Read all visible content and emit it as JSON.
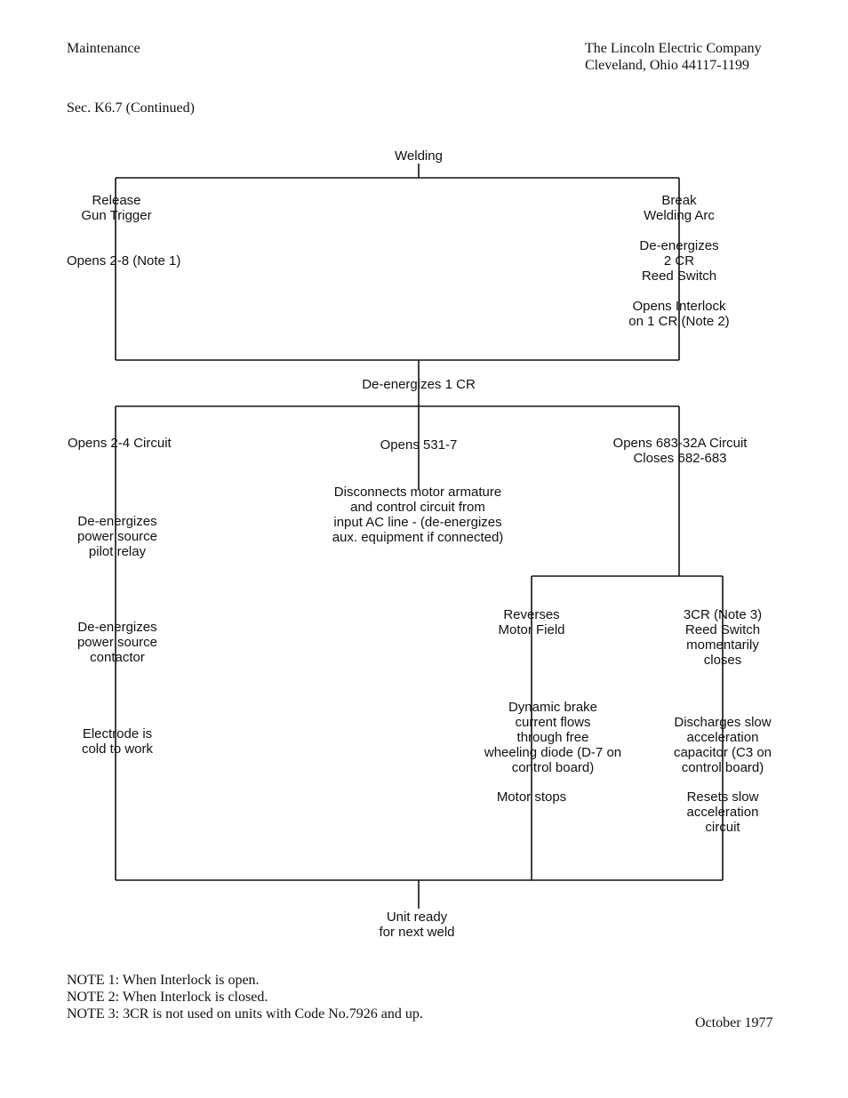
{
  "header": {
    "section": "Maintenance",
    "company_lines": [
      "The Lincoln Electric Company",
      "Cleveland, Ohio 44117-1199"
    ],
    "subsection": "Sec. K6.7 (Continued)"
  },
  "flowchart": {
    "nodes": {
      "welding": [
        "Welding"
      ],
      "release_trigger": [
        "Release",
        "Gun Trigger"
      ],
      "opens_2_8": [
        "Opens 2-8 (Note 1)"
      ],
      "break_arc": [
        "Break",
        "Welding Arc"
      ],
      "deenergizes_2cr": [
        "De-energizes",
        "2 CR",
        "Reed Switch"
      ],
      "opens_interlock": [
        "Opens Interlock",
        "on 1 CR (Note 2)"
      ],
      "deenergizes_1cr": [
        "De-energizes 1 CR"
      ],
      "opens_2_4": [
        "Opens 2-4 Circuit"
      ],
      "opens_531_7": [
        "Opens 531-7"
      ],
      "opens_683": [
        "Opens 683-32A Circuit",
        "Closes 682-683"
      ],
      "disconnects_motor": [
        "Disconnects motor armature",
        "and control circuit from",
        "input AC line - (de-energizes",
        "aux. equipment if connected)"
      ],
      "deenergizes_pilot": [
        "De-energizes",
        "power source",
        "pilot  relay"
      ],
      "deenergizes_contactor": [
        "De-energizes",
        "power source",
        "contactor"
      ],
      "electrode_cold": [
        "Electrode is",
        "cold to work"
      ],
      "reverses_field": [
        "Reverses",
        "Motor Field"
      ],
      "3cr_reed": [
        "3CR (Note 3)",
        "Reed Switch",
        "momentarily",
        "closes"
      ],
      "dynamic_brake": [
        "Dynamic brake",
        "current flows",
        "through free",
        "wheeling diode (D-7 on",
        "control board)"
      ],
      "motor_stops": [
        "Motor stops"
      ],
      "discharges_cap": [
        "Discharges slow",
        "acceleration",
        "capacitor (C3 on",
        "control board)"
      ],
      "resets_slow": [
        "Resets slow",
        "acceleration",
        "circuit"
      ],
      "unit_ready": [
        "Unit ready",
        "for next weld"
      ]
    }
  },
  "notes": [
    "NOTE 1: When Interlock is open.",
    "NOTE 2: When Interlock is closed.",
    "NOTE 3: 3CR is not used on units with Code No.7926 and up."
  ],
  "footer": {
    "date": "October 1977"
  }
}
